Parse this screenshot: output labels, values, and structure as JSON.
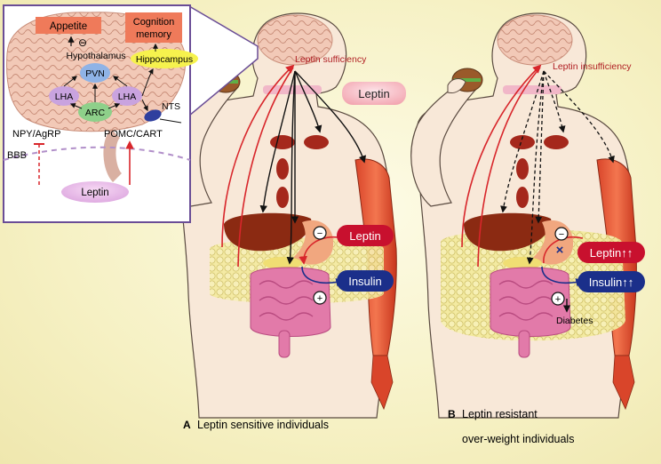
{
  "inset": {
    "appetite": "Appetite",
    "cognition_line1": "Cognition",
    "cognition_line2": "memory",
    "minus": "⊖",
    "hypothalamus": "Hypothalamus",
    "hippocampus": "Hippocampus",
    "pvn": "PVN",
    "lha_left": "LHA",
    "lha_right": "LHA",
    "arc": "ARC",
    "nts": "NTS",
    "npy": "NPY/AgRP",
    "pomc": "POMC/CART",
    "bbb": "BBB",
    "leptin": "Leptin"
  },
  "panel_a": {
    "sufficiency": "Leptin sufficiency",
    "leptin_label": "Leptin",
    "liver_leptin": "Leptin",
    "insulin": "Insulin",
    "minus": "−",
    "plus": "+",
    "caption_letter": "A",
    "caption": "Leptin sensitive individuals"
  },
  "panel_b": {
    "insufficiency": "Leptin insufficiency",
    "leptin_up": "Leptin↑↑",
    "insulin_up": "Insulin↑↑",
    "diabetes": "Diabetes",
    "minus": "−",
    "plus": "+",
    "cross": "×",
    "caption_letter": "B",
    "caption_line1": "Leptin resistant",
    "caption_line2": "over-weight individuals"
  },
  "colors": {
    "skin": "#f7e6d6",
    "outline": "#5a4a40",
    "red_arrow": "#d8262b",
    "leptin_pill": "#c8102e",
    "insulin_pill": "#1b2f8a",
    "fat": "#efe39a",
    "intestine": "#e27aa9",
    "liver": "#8b2a12",
    "brain": "#f0c6b4",
    "inset_border": "#6a4d96"
  }
}
